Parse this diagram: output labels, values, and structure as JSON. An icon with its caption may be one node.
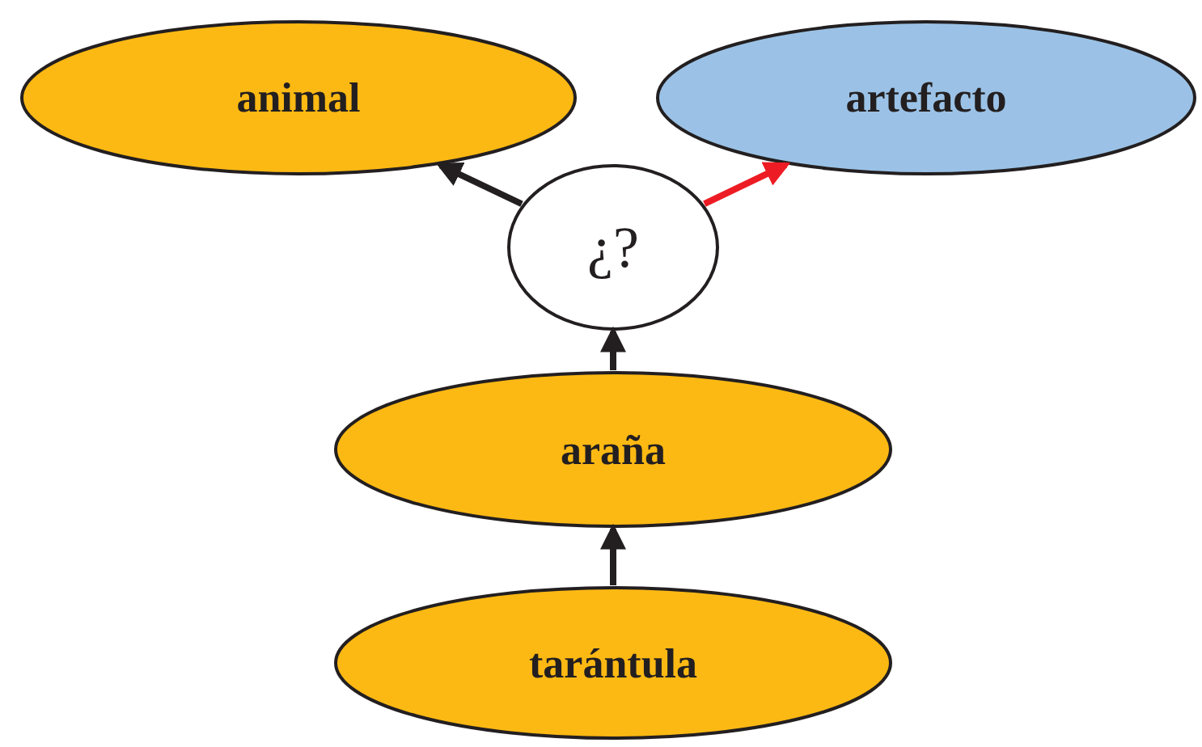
{
  "diagram": {
    "nodes": [
      {
        "text": [
          "animal"
        ]
      },
      {
        "text": [
          "artefacto"
        ]
      },
      {
        "text": [
          "¿?"
        ]
      },
      {
        "text": [
          "araña"
        ]
      },
      {
        "text": [
          "tarántula"
        ]
      }
    ],
    "edges": [
      {
        "from": 2,
        "to": 0,
        "arrow": "to"
      },
      {
        "from": 2,
        "to": 1,
        "arrow": "to",
        "color": "#ed1c24"
      },
      {
        "from": 3,
        "to": 2,
        "arrow": "to"
      },
      {
        "from": 4,
        "to": 3,
        "arrow": "to"
      }
    ]
  }
}
